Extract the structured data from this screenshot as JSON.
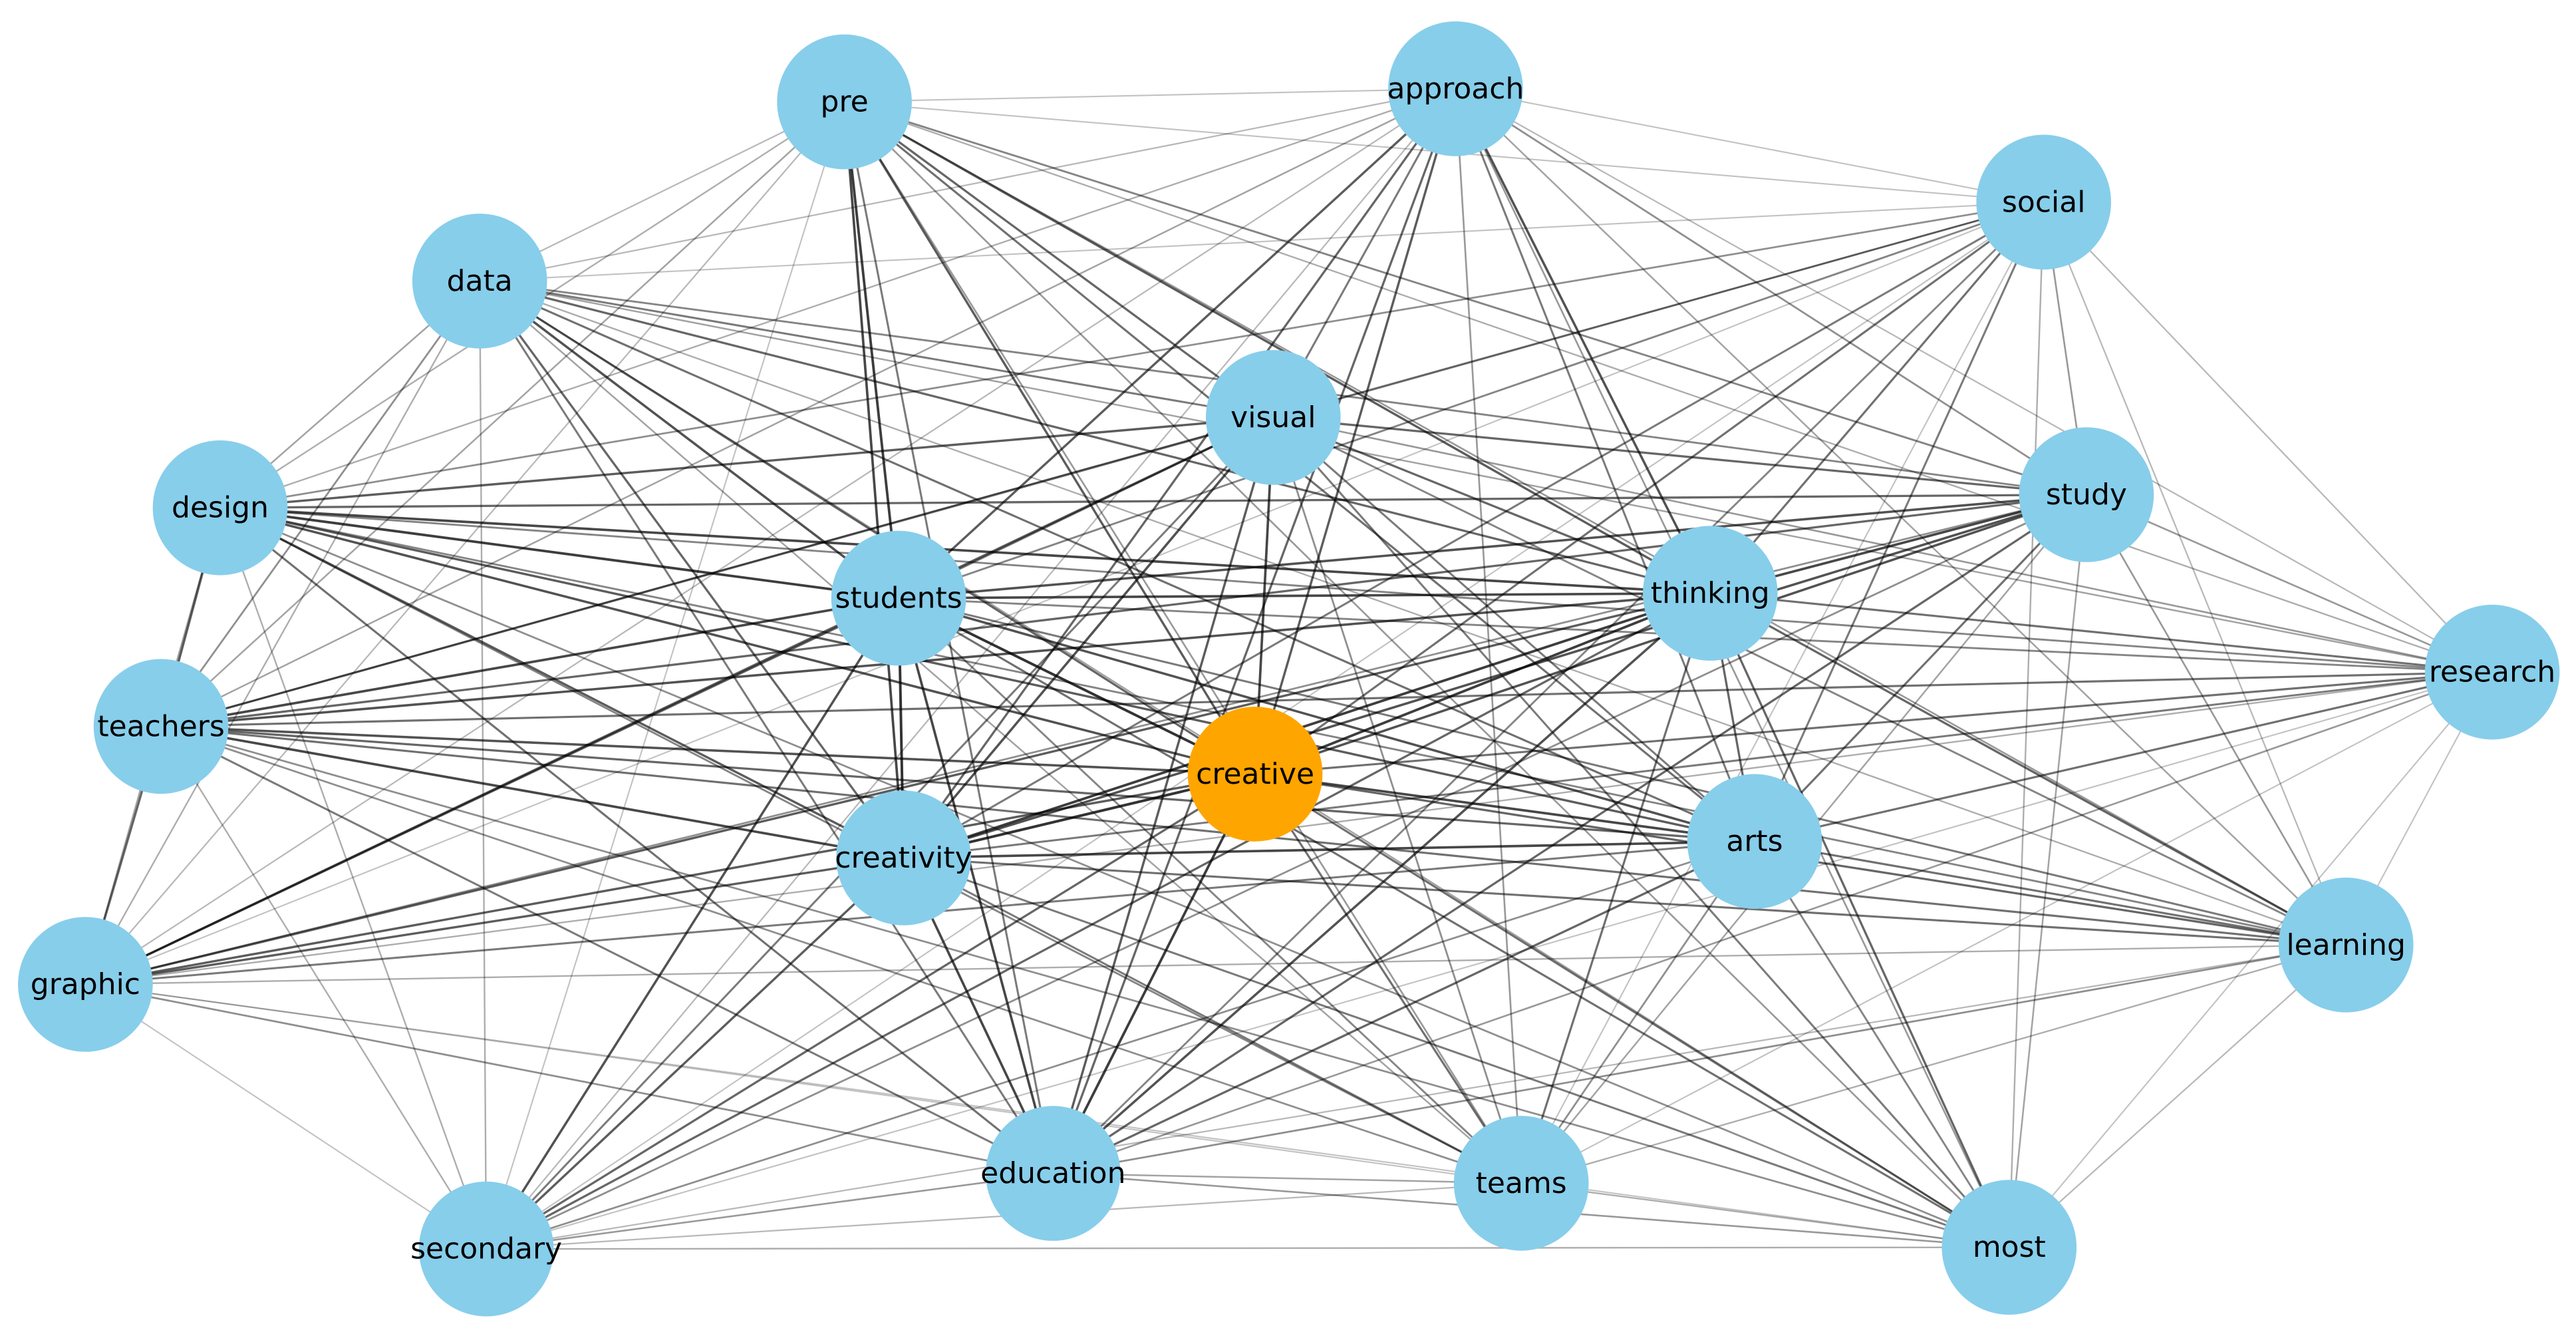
{
  "diagram": {
    "nodes": [
      {
        "id": "pre",
        "label": "pre",
        "role": "term"
      },
      {
        "id": "approach",
        "label": "approach",
        "role": "term"
      },
      {
        "id": "social",
        "label": "social",
        "role": "term"
      },
      {
        "id": "data",
        "label": "data",
        "role": "term"
      },
      {
        "id": "visual",
        "label": "visual",
        "role": "term"
      },
      {
        "id": "study",
        "label": "study",
        "role": "term"
      },
      {
        "id": "design",
        "label": "design",
        "role": "term"
      },
      {
        "id": "students",
        "label": "students",
        "role": "term"
      },
      {
        "id": "thinking",
        "label": "thinking",
        "role": "term"
      },
      {
        "id": "research",
        "label": "research",
        "role": "term"
      },
      {
        "id": "teachers",
        "label": "teachers",
        "role": "term"
      },
      {
        "id": "creative",
        "label": "creative",
        "role": "focus"
      },
      {
        "id": "arts",
        "label": "arts",
        "role": "term"
      },
      {
        "id": "creativity",
        "label": "creativity",
        "role": "term"
      },
      {
        "id": "learning",
        "label": "learning",
        "role": "term"
      },
      {
        "id": "graphic",
        "label": "graphic",
        "role": "term"
      },
      {
        "id": "education",
        "label": "education",
        "role": "term"
      },
      {
        "id": "teams",
        "label": "teams",
        "role": "term"
      },
      {
        "id": "secondary",
        "label": "secondary",
        "role": "term"
      },
      {
        "id": "most",
        "label": "most",
        "role": "term"
      }
    ],
    "edges": [
      [
        "creative",
        "students",
        0.9
      ],
      [
        "creative",
        "creativity",
        0.9
      ],
      [
        "creative",
        "thinking",
        0.85
      ],
      [
        "creative",
        "arts",
        0.8
      ],
      [
        "creative",
        "visual",
        0.8
      ],
      [
        "creative",
        "education",
        0.85
      ],
      [
        "creative",
        "design",
        0.75
      ],
      [
        "creative",
        "teachers",
        0.75
      ],
      [
        "creative",
        "pre",
        0.7
      ],
      [
        "creative",
        "approach",
        0.7
      ],
      [
        "creative",
        "study",
        0.75
      ],
      [
        "creative",
        "data",
        0.65
      ],
      [
        "creative",
        "graphic",
        0.7
      ],
      [
        "creative",
        "secondary",
        0.65
      ],
      [
        "creative",
        "teams",
        0.6
      ],
      [
        "creative",
        "most",
        0.6
      ],
      [
        "creative",
        "learning",
        0.65
      ],
      [
        "creative",
        "research",
        0.6
      ],
      [
        "creative",
        "social",
        0.6
      ],
      [
        "students",
        "creativity",
        0.9
      ],
      [
        "students",
        "thinking",
        0.8
      ],
      [
        "students",
        "arts",
        0.75
      ],
      [
        "students",
        "visual",
        0.6
      ],
      [
        "students",
        "education",
        0.8
      ],
      [
        "students",
        "teachers",
        0.8
      ],
      [
        "students",
        "design",
        0.85
      ],
      [
        "students",
        "pre",
        0.85
      ],
      [
        "students",
        "approach",
        0.7
      ],
      [
        "students",
        "study",
        0.75
      ],
      [
        "students",
        "data",
        0.75
      ],
      [
        "students",
        "graphic",
        0.7
      ],
      [
        "students",
        "secondary",
        0.75
      ],
      [
        "students",
        "teams",
        0.5
      ],
      [
        "students",
        "most",
        0.6
      ],
      [
        "students",
        "learning",
        0.55
      ],
      [
        "students",
        "research",
        0.5
      ],
      [
        "students",
        "social",
        0.5
      ],
      [
        "creativity",
        "thinking",
        0.85
      ],
      [
        "creativity",
        "arts",
        0.8
      ],
      [
        "creativity",
        "visual",
        0.75
      ],
      [
        "creativity",
        "education",
        0.8
      ],
      [
        "creativity",
        "teachers",
        0.8
      ],
      [
        "creativity",
        "design",
        0.7
      ],
      [
        "creativity",
        "pre",
        0.8
      ],
      [
        "creativity",
        "approach",
        0.65
      ],
      [
        "creativity",
        "study",
        0.75
      ],
      [
        "creativity",
        "data",
        0.65
      ],
      [
        "creativity",
        "graphic",
        0.7
      ],
      [
        "creativity",
        "secondary",
        0.7
      ],
      [
        "creativity",
        "teams",
        0.55
      ],
      [
        "creativity",
        "most",
        0.55
      ],
      [
        "creativity",
        "learning",
        0.6
      ],
      [
        "creativity",
        "research",
        0.55
      ],
      [
        "creativity",
        "social",
        0.55
      ],
      [
        "thinking",
        "arts",
        0.65
      ],
      [
        "thinking",
        "visual",
        0.65
      ],
      [
        "thinking",
        "education",
        0.75
      ],
      [
        "thinking",
        "teachers",
        0.75
      ],
      [
        "thinking",
        "design",
        0.8
      ],
      [
        "thinking",
        "pre",
        0.7
      ],
      [
        "thinking",
        "approach",
        0.75
      ],
      [
        "thinking",
        "study",
        0.8
      ],
      [
        "thinking",
        "data",
        0.65
      ],
      [
        "thinking",
        "graphic",
        0.7
      ],
      [
        "thinking",
        "secondary",
        0.65
      ],
      [
        "thinking",
        "teams",
        0.6
      ],
      [
        "thinking",
        "most",
        0.65
      ],
      [
        "thinking",
        "learning",
        0.65
      ],
      [
        "thinking",
        "research",
        0.6
      ],
      [
        "thinking",
        "social",
        0.6
      ],
      [
        "arts",
        "visual",
        0.55
      ],
      [
        "arts",
        "education",
        0.65
      ],
      [
        "arts",
        "teachers",
        0.65
      ],
      [
        "arts",
        "design",
        0.7
      ],
      [
        "arts",
        "pre",
        0.6
      ],
      [
        "arts",
        "approach",
        0.55
      ],
      [
        "arts",
        "study",
        0.6
      ],
      [
        "arts",
        "data",
        0.6
      ],
      [
        "arts",
        "graphic",
        0.55
      ],
      [
        "arts",
        "secondary",
        0.45
      ],
      [
        "arts",
        "teams",
        0.45
      ],
      [
        "arts",
        "most",
        0.5
      ],
      [
        "arts",
        "learning",
        0.6
      ],
      [
        "arts",
        "research",
        0.6
      ],
      [
        "arts",
        "social",
        0.55
      ],
      [
        "visual",
        "education",
        0.7
      ],
      [
        "visual",
        "teachers",
        0.65
      ],
      [
        "visual",
        "design",
        0.7
      ],
      [
        "visual",
        "pre",
        0.65
      ],
      [
        "visual",
        "approach",
        0.55
      ],
      [
        "visual",
        "study",
        0.65
      ],
      [
        "visual",
        "data",
        0.55
      ],
      [
        "visual",
        "graphic",
        0.7
      ],
      [
        "visual",
        "secondary",
        0.55
      ],
      [
        "visual",
        "teams",
        0.45
      ],
      [
        "visual",
        "most",
        0.55
      ],
      [
        "visual",
        "learning",
        0.5
      ],
      [
        "visual",
        "research",
        0.4
      ],
      [
        "visual",
        "social",
        0.45
      ],
      [
        "education",
        "teachers",
        0.55
      ],
      [
        "education",
        "design",
        0.6
      ],
      [
        "education",
        "pre",
        0.55
      ],
      [
        "education",
        "approach",
        0.65
      ],
      [
        "education",
        "study",
        0.65
      ],
      [
        "education",
        "data",
        0.55
      ],
      [
        "education",
        "graphic",
        0.45
      ],
      [
        "education",
        "secondary",
        0.4
      ],
      [
        "education",
        "teams",
        0.35
      ],
      [
        "education",
        "most",
        0.4
      ],
      [
        "education",
        "learning",
        0.45
      ],
      [
        "education",
        "research",
        0.4
      ],
      [
        "education",
        "social",
        0.5
      ],
      [
        "teachers",
        "design",
        0.7
      ],
      [
        "teachers",
        "pre",
        0.35
      ],
      [
        "teachers",
        "approach",
        0.35
      ],
      [
        "teachers",
        "study",
        0.65
      ],
      [
        "teachers",
        "data",
        0.45
      ],
      [
        "teachers",
        "graphic",
        0.65
      ],
      [
        "teachers",
        "secondary",
        0.3
      ],
      [
        "teachers",
        "teams",
        0.45
      ],
      [
        "teachers",
        "most",
        0.45
      ],
      [
        "teachers",
        "learning",
        0.6
      ],
      [
        "teachers",
        "research",
        0.6
      ],
      [
        "teachers",
        "social",
        0.4
      ],
      [
        "design",
        "pre",
        0.3
      ],
      [
        "design",
        "approach",
        0.3
      ],
      [
        "design",
        "study",
        0.65
      ],
      [
        "design",
        "data",
        0.35
      ],
      [
        "design",
        "graphic",
        0.35
      ],
      [
        "design",
        "secondary",
        0.3
      ],
      [
        "design",
        "teams",
        0.5
      ],
      [
        "design",
        "most",
        0.45
      ],
      [
        "design",
        "learning",
        0.5
      ],
      [
        "design",
        "research",
        0.5
      ],
      [
        "design",
        "social",
        0.45
      ],
      [
        "pre",
        "approach",
        0.2
      ],
      [
        "pre",
        "study",
        0.5
      ],
      [
        "pre",
        "data",
        0.25
      ],
      [
        "pre",
        "graphic",
        0.25
      ],
      [
        "pre",
        "secondary",
        0.2
      ],
      [
        "pre",
        "teams",
        0.4
      ],
      [
        "pre",
        "most",
        0.4
      ],
      [
        "pre",
        "learning",
        0.4
      ],
      [
        "pre",
        "research",
        0.3
      ],
      [
        "pre",
        "social",
        0.2
      ],
      [
        "approach",
        "study",
        0.45
      ],
      [
        "approach",
        "data",
        0.25
      ],
      [
        "approach",
        "graphic",
        0.25
      ],
      [
        "approach",
        "secondary",
        0.25
      ],
      [
        "approach",
        "teams",
        0.4
      ],
      [
        "approach",
        "most",
        0.4
      ],
      [
        "approach",
        "learning",
        0.35
      ],
      [
        "approach",
        "research",
        0.25
      ],
      [
        "approach",
        "social",
        0.2
      ],
      [
        "study",
        "data",
        0.5
      ],
      [
        "study",
        "graphic",
        0.45
      ],
      [
        "study",
        "secondary",
        0.45
      ],
      [
        "study",
        "teams",
        0.35
      ],
      [
        "study",
        "most",
        0.35
      ],
      [
        "study",
        "learning",
        0.4
      ],
      [
        "study",
        "research",
        0.4
      ],
      [
        "study",
        "social",
        0.4
      ],
      [
        "data",
        "graphic",
        0.3
      ],
      [
        "data",
        "secondary",
        0.3
      ],
      [
        "data",
        "teams",
        0.35
      ],
      [
        "data",
        "most",
        0.35
      ],
      [
        "data",
        "learning",
        0.3
      ],
      [
        "data",
        "research",
        0.35
      ],
      [
        "data",
        "social",
        0.2
      ],
      [
        "graphic",
        "secondary",
        0.2
      ],
      [
        "graphic",
        "teams",
        0.2
      ],
      [
        "graphic",
        "most",
        0.2
      ],
      [
        "graphic",
        "learning",
        0.3
      ],
      [
        "graphic",
        "research",
        0.3
      ],
      [
        "graphic",
        "social",
        0.2
      ],
      [
        "secondary",
        "teams",
        0.25
      ],
      [
        "secondary",
        "most",
        0.3
      ],
      [
        "secondary",
        "learning",
        0.25
      ],
      [
        "secondary",
        "research",
        0.2
      ],
      [
        "secondary",
        "social",
        0.2
      ],
      [
        "teams",
        "most",
        0.3
      ],
      [
        "teams",
        "learning",
        0.3
      ],
      [
        "teams",
        "research",
        0.2
      ],
      [
        "teams",
        "social",
        0.2
      ],
      [
        "most",
        "learning",
        0.25
      ],
      [
        "most",
        "research",
        0.2
      ],
      [
        "most",
        "social",
        0.3
      ],
      [
        "learning",
        "research",
        0.2
      ],
      [
        "learning",
        "social",
        0.25
      ],
      [
        "research",
        "social",
        0.25
      ]
    ]
  },
  "colors": {
    "term_node": "#87ceeb",
    "focus_node": "#ffa500",
    "edge": "#000000",
    "label": "#000000",
    "background": "#ffffff"
  }
}
